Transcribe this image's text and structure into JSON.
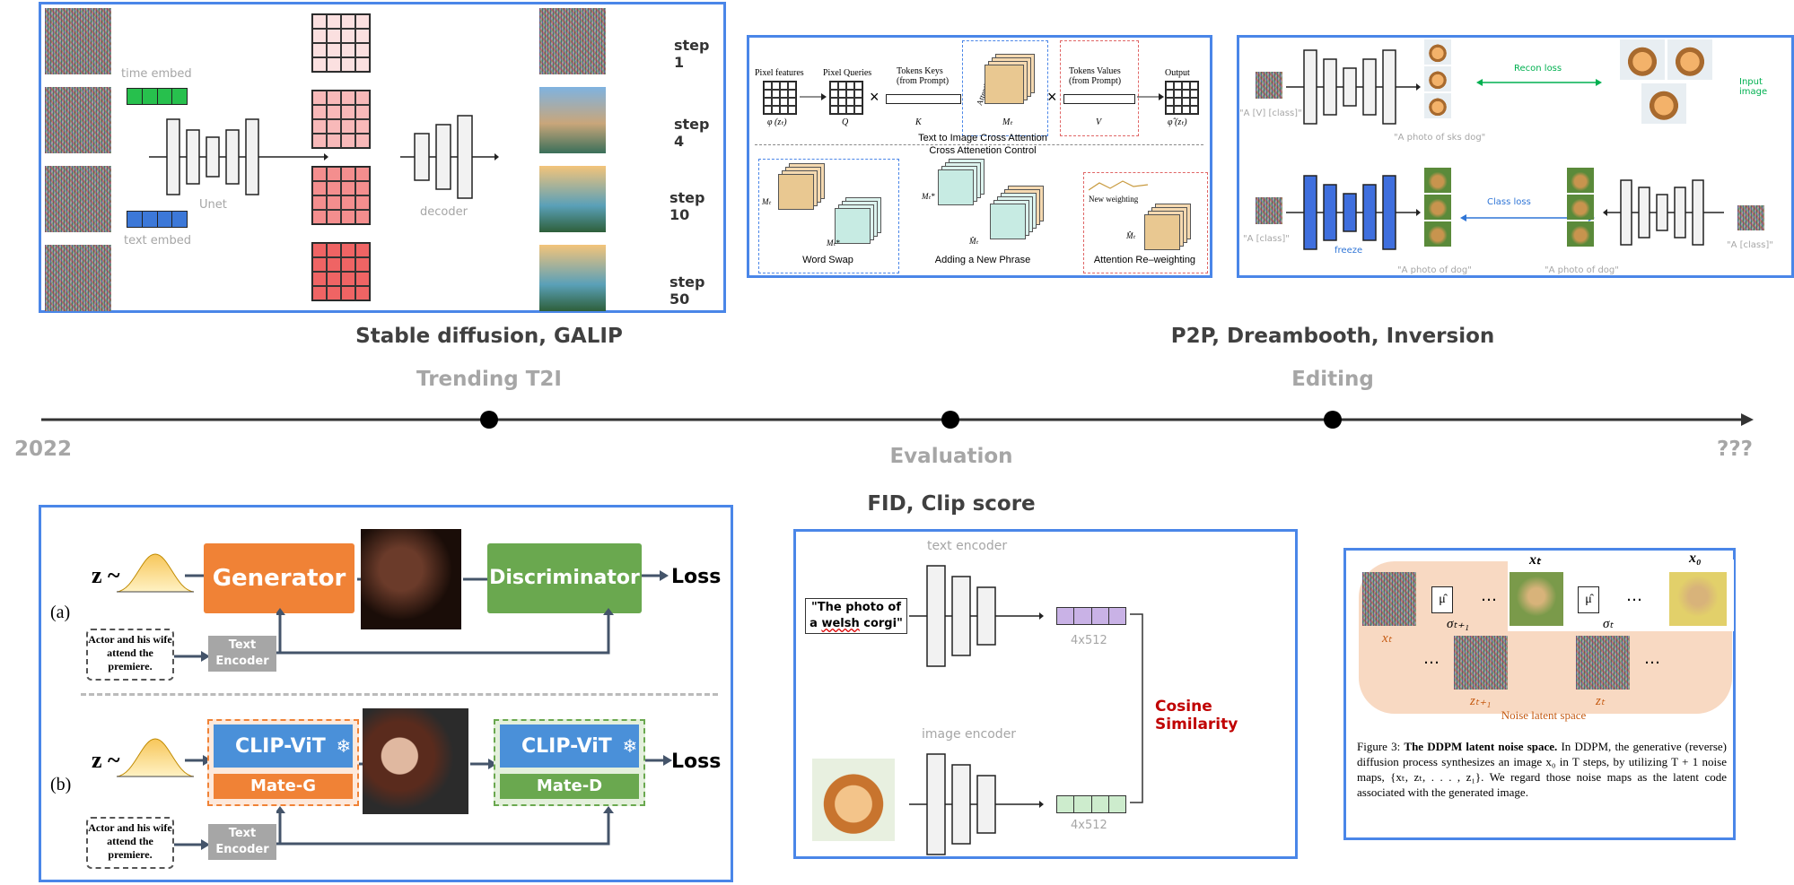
{
  "timeline": {
    "start_label": "2022",
    "end_label": "???",
    "milestones": [
      {
        "category": "Trending T2I",
        "methods": "Stable diffusion, GALIP"
      },
      {
        "category": "Evaluation",
        "methods": "FID, Clip score"
      },
      {
        "category": "Editing",
        "methods": "P2P, Dreambooth, Inversion"
      }
    ]
  },
  "sd_panel": {
    "time_embed": "time embed",
    "text_embed": "text embed",
    "unet": "Unet",
    "decoder": "decoder",
    "steps": [
      "step 1",
      "step 4",
      "step 10",
      "step 50"
    ]
  },
  "p2p_panel": {
    "pixel_features": "Pixel features",
    "phi_zt": "φ (zₜ)",
    "pixel_queries": "Pixel Queries",
    "q": "Q",
    "tokens_keys": "Tokens Keys",
    "from_prompt_1": "(from Prompt)",
    "k": "K",
    "attention_maps": "Attention maps",
    "mt": "Mₜ",
    "tokens_values": "Tokens Values",
    "from_prompt_2": "(from Prompt)",
    "v": "V",
    "output": "Output",
    "phi_hat": "φ̂ (zₜ)",
    "times": "×",
    "cross_attention_title": "Text to Image Cross Attention",
    "control_title": "Cross Attenetion Control",
    "word_swap": "Word Swap",
    "adding_phrase": "Adding a New Phrase",
    "reweighting": "Attention Re–weighting",
    "new_weighting": "New weighting",
    "mt_star": "Mₜ*",
    "mt_hat": "M̂ₜ"
  },
  "dreambooth_panel": {
    "prompt_v_class": "\"A [V] [class]\"",
    "photo_sks": "\"A photo of sks dog\"",
    "recon_loss": "Recon loss",
    "input_image": "Input image",
    "prompt_class": "\"A [class]\"",
    "freeze": "freeze",
    "photo_dog_1": "\"A photo of dog\"",
    "class_loss": "Class loss",
    "photo_dog_2": "\"A photo of dog\"",
    "prompt_class_right": "\"A [class]\""
  },
  "galip_panel": {
    "z_tilde": "z ~",
    "generator": "Generator",
    "discriminator": "Discriminator",
    "loss_a": "Loss",
    "label_a": "(a)",
    "caption_a": "Actor and his wife attend the premiere.",
    "text_encoder_a": "Text Encoder",
    "z_tilde_b": "z ~",
    "clip_vit_g": "CLIP-ViT",
    "mate_g": "Mate-G",
    "clip_vit_d": "CLIP-ViT",
    "mate_d": "Mate-D",
    "loss_b": "Loss",
    "label_b": "(b)",
    "caption_b": "Actor and his wife attend the premiere.",
    "text_encoder_b": "Text Encoder",
    "snowflake": "❄"
  },
  "clip_panel": {
    "text_encoder": "text encoder",
    "prompt_line1": "\"The photo of",
    "prompt_line2a": "a ",
    "prompt_line2b": "welsh",
    "prompt_line2c": " corgi\"",
    "dim_top": "4x512",
    "image_encoder": "image encoder",
    "dim_bottom": "4x512",
    "cosine": "Cosine Similarity"
  },
  "ddpm_panel": {
    "xt_top": "xₜ",
    "x0_top": "x₀",
    "xT": "xₜ",
    "mu": "μ̂",
    "sigma_t1": "σₜ₊₁",
    "sigma_t": "σₜ",
    "dots": "…",
    "z_t1": "zₜ₊₁",
    "z_t": "zₜ",
    "noise_space": "Noise latent space",
    "fig_label": "Figure 3:",
    "fig_bold": "The DDPM latent noise space.",
    "fig_text": "In DDPM, the generative (reverse) diffusion process synthesizes an image x₀ in T steps, by utilizing T + 1 noise maps, {xₜ, zₜ, . . . , z₁}. We regard those noise maps as the latent code associated with the generated image."
  },
  "colors": {
    "panel_border": "#4a86e8",
    "generator_orange": "#f08236",
    "discriminator_green": "#6aa84f",
    "clip_blue": "#4a90d9",
    "cosine_red": "#c00000",
    "recon_green": "#00b050",
    "class_blue": "#2f75d6"
  }
}
